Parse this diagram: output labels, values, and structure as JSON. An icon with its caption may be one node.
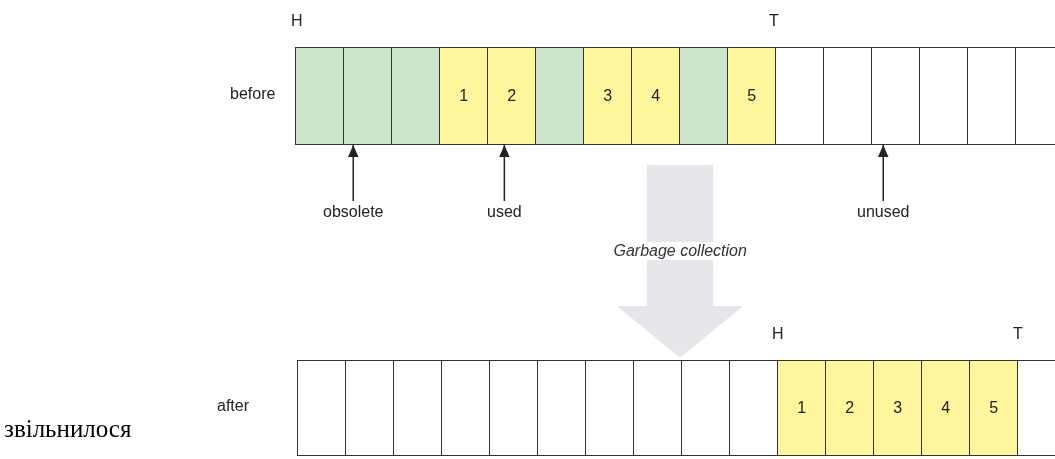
{
  "diagram": {
    "nodes": [
      {
        "text": [
          "before"
        ]
      },
      {
        "text": [],
        "shape": "box",
        "in": 0
      },
      {
        "text": [],
        "shape": "box",
        "in": 0
      },
      {
        "text": [],
        "shape": "box",
        "in": 0
      },
      {
        "text": [
          "1"
        ],
        "in": 0
      },
      {
        "text": [
          "2"
        ],
        "in": 0
      },
      {
        "text": [],
        "shape": "box",
        "in": 0
      },
      {
        "text": [
          "3"
        ],
        "in": 0
      },
      {
        "text": [
          "4"
        ],
        "in": 0
      },
      {
        "text": [],
        "shape": "box",
        "in": 0
      },
      {
        "text": [
          "5"
        ],
        "in": 0
      },
      {
        "text": [],
        "shape": "box",
        "in": 0
      },
      {
        "text": [],
        "shape": "box",
        "in": 0
      },
      {
        "text": [],
        "shape": "box",
        "in": 0
      },
      {
        "text": [],
        "shape": "box",
        "in": 0
      },
      {
        "text": [],
        "shape": "box",
        "in": 0
      },
      {
        "text": [],
        "shape": "box",
        "in": 0
      },
      {
        "text": [
          "obsolete"
        ]
      },
      {
        "text": [
          "used"
        ]
      },
      {
        "text": [
          "unused"
        ]
      },
      {
        "text": [
          "after"
        ]
      },
      {
        "text": [],
        "shape": "box",
        "in": 20
      },
      {
        "text": [],
        "shape": "box",
        "in": 20
      },
      {
        "text": [],
        "shape": "box",
        "in": 20
      },
      {
        "text": [],
        "shape": "box",
        "in": 20
      },
      {
        "text": [],
        "shape": "box",
        "in": 20
      },
      {
        "text": [],
        "shape": "box",
        "in": 20
      },
      {
        "text": [],
        "shape": "box",
        "in": 20
      },
      {
        "text": [],
        "shape": "box",
        "in": 20
      },
      {
        "text": [],
        "shape": "box",
        "in": 20
      },
      {
        "text": [],
        "shape": "box",
        "in": 20
      },
      {
        "text": [
          "1"
        ],
        "in": 20
      },
      {
        "text": [
          "2"
        ],
        "in": 20
      },
      {
        "text": [
          "3"
        ],
        "in": 20
      },
      {
        "text": [
          "4"
        ],
        "in": 20
      },
      {
        "text": [
          "5"
        ],
        "in": 20
      },
      {
        "text": [],
        "shape": "box",
        "in": 20
      }
    ],
    "edges": [
      {
        "from": 17,
        "to": 2,
        "arrow": "to"
      },
      {
        "from": 18,
        "to": 5,
        "arrow": "to"
      },
      {
        "from": 19,
        "to": 13,
        "arrow": "to"
      },
      {
        "from": 0,
        "to": 20,
        "arrow": "to",
        "label": "Garbage collection",
        "style": "thick",
        "color": "#e6e7ea"
      }
    ],
    "labels": [
      "H",
      "T",
      "H",
      "T",
      "звільнилося"
    ]
  }
}
